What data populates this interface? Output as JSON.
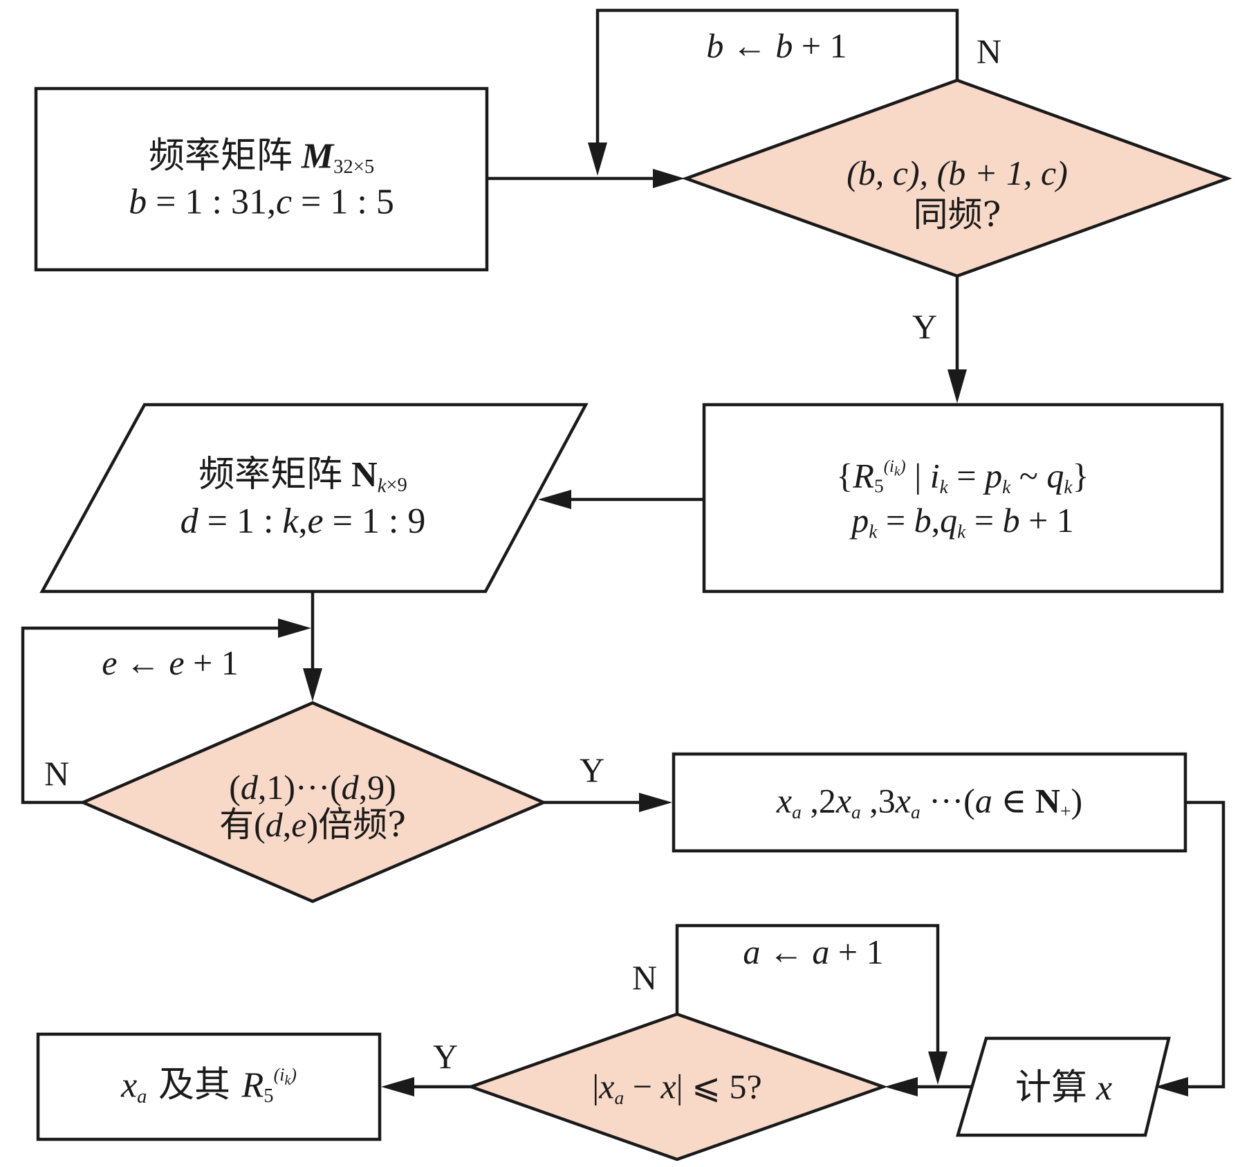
{
  "diagram": {
    "type": "flowchart",
    "colors": {
      "stroke": "#1a1a1a",
      "decision_fill": "#f8d9c8",
      "process_fill": "#ffffff"
    },
    "nodes": {
      "start_box": {
        "shape": "rectangle",
        "line1_cn": "频率矩阵",
        "line1_symbol": "M",
        "line1_sub": "32×5",
        "line2": "b = 1 : 31, c = 1 : 5",
        "line2_parts": {
          "v1": "b",
          "eq1": " = 1 : 31,",
          "v2": "c",
          "eq2": " = 1 : 5"
        }
      },
      "decision_same_freq": {
        "shape": "diamond",
        "line1": "(b, c), (b + 1, c)",
        "line2": "同频?"
      },
      "set_box": {
        "shape": "rectangle",
        "line1": "{R5^(ik) | ik = pk ~ qk}",
        "line2": "pk = b, qk = b + 1",
        "parts": {
          "lbrace": "{",
          "R": "R",
          "R_sub": "5",
          "R_sup": "(i",
          "R_sup_k": "k",
          "R_sup_close": ")",
          "bar": " | ",
          "i": "i",
          "k": "k",
          "eq": " = ",
          "p": "p",
          "tilde": " ~ ",
          "q": "q",
          "rbrace": "}",
          "l2_eq1": " = ",
          "l2_b": "b",
          "l2_comma": ",",
          "l2_eq2": " = ",
          "l2_b2": "b",
          "l2_plus": " + 1"
        }
      },
      "matrix_n": {
        "shape": "parallelogram",
        "line1_cn": "频率矩阵",
        "line1_symbol": "N",
        "line1_sub_k": "k",
        "line1_sub_rest": "×9",
        "line2": "d = 1 : k, e = 1 : 9",
        "line2_parts": {
          "v1": "d",
          "eq1": " = 1 : ",
          "v2": "k",
          "comma": ",",
          "v3": "e",
          "eq2": " = 1 : 9"
        }
      },
      "decision_harmonic": {
        "shape": "diamond",
        "line1": "(d,1)···(d,9)",
        "line2": "有(d,e)倍频?",
        "parts": {
          "l1a": "(",
          "d": "d",
          "l1b": ",1)···(",
          "l1c": ",9)",
          "cn_you": "有",
          "l2a": "(",
          "l2b": ",",
          "e": "e",
          "l2c": ")",
          "cn_rest": "倍频?"
        }
      },
      "harmonics_box": {
        "shape": "rectangle",
        "text": "xa, 2xa, 3xa ···(a ∈ N+)",
        "parts": {
          "x": "x",
          "a": "a",
          "c1": " ,2",
          "c2": " ,3",
          "dots": " ···(",
          "in": " ∈ ",
          "N": "N",
          "plus": "+",
          "close": ")"
        }
      },
      "compute_x": {
        "shape": "parallelogram",
        "text_cn": "计算",
        "text_var": "x"
      },
      "decision_tolerance": {
        "shape": "diamond",
        "text": "|xa − x| ≤ 5?",
        "parts": {
          "bar1": "|",
          "x": "x",
          "a": "a",
          "minus": " − ",
          "x2": "x",
          "bar2": "|",
          "le": " ⩽ 5?"
        }
      },
      "result_box": {
        "shape": "rectangle",
        "text": "xa 及其 R5^(ik)",
        "parts": {
          "x": "x",
          "a": "a",
          "cn": " 及其 ",
          "R": "R",
          "sub": "5",
          "sup": "(i",
          "sup_k": "k",
          "sup_close": ")"
        }
      }
    },
    "edge_labels": {
      "loop_b": "b ← b + 1",
      "loop_b_parts": {
        "v": "b",
        "arrow": " ← ",
        "v2": "b",
        "rest": " + 1"
      },
      "loop_e": "e ← e + 1",
      "loop_e_parts": {
        "v": "e",
        "arrow": " ← ",
        "v2": "e",
        "rest": " + 1"
      },
      "loop_a": "a ← a + 1",
      "loop_a_parts": {
        "v": "a",
        "arrow": " ← ",
        "v2": "a",
        "rest": " + 1"
      },
      "d1_no": "N",
      "d1_yes": "Y",
      "d2_no": "N",
      "d2_yes": "Y",
      "d3_no": "N",
      "d3_yes": "Y"
    },
    "edges": [
      {
        "from": "start_box",
        "to": "decision_same_freq"
      },
      {
        "from": "decision_same_freq",
        "to": "decision_same_freq",
        "label": "N",
        "note": "b ← b + 1"
      },
      {
        "from": "decision_same_freq",
        "to": "set_box",
        "label": "Y"
      },
      {
        "from": "set_box",
        "to": "matrix_n"
      },
      {
        "from": "matrix_n",
        "to": "decision_harmonic"
      },
      {
        "from": "decision_harmonic",
        "to": "decision_harmonic",
        "label": "N",
        "note": "e ← e + 1"
      },
      {
        "from": "decision_harmonic",
        "to": "harmonics_box",
        "label": "Y"
      },
      {
        "from": "harmonics_box",
        "to": "compute_x"
      },
      {
        "from": "compute_x",
        "to": "decision_tolerance"
      },
      {
        "from": "decision_tolerance",
        "to": "decision_tolerance",
        "label": "N",
        "note": "a ← a + 1"
      },
      {
        "from": "decision_tolerance",
        "to": "result_box",
        "label": "Y"
      }
    ]
  }
}
